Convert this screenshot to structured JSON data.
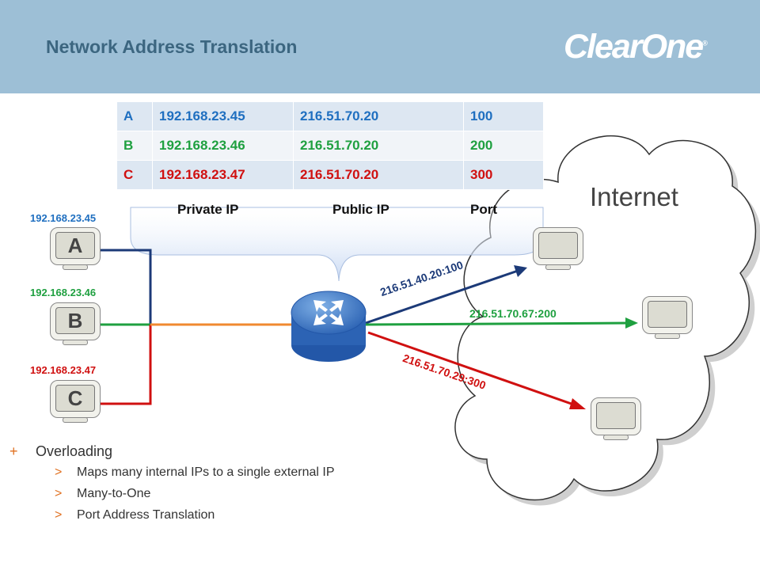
{
  "header": {
    "title": "Network Address Translation",
    "logo": "ClearOne",
    "logo_mark": "®"
  },
  "nat_table": {
    "columns": [
      "Private IP",
      "Public IP",
      "Port"
    ],
    "rows": [
      {
        "host": "A",
        "private_ip": "192.168.23.45",
        "public_ip": "216.51.70.20",
        "port": "100",
        "color": "#1f6fc0"
      },
      {
        "host": "B",
        "private_ip": "192.168.23.46",
        "public_ip": "216.51.70.20",
        "port": "200",
        "color": "#1fa040"
      },
      {
        "host": "C",
        "private_ip": "192.168.23.47",
        "public_ip": "216.51.70.20",
        "port": "300",
        "color": "#d01010"
      }
    ]
  },
  "hosts": [
    {
      "label": "A",
      "ip": "192.168.23.45",
      "color": "#1f6fc0"
    },
    {
      "label": "B",
      "ip": "192.168.23.46",
      "color": "#1fa040"
    },
    {
      "label": "C",
      "ip": "192.168.23.47",
      "color": "#d01010"
    }
  ],
  "internet": {
    "label": "Internet"
  },
  "flows": [
    {
      "label": "216.51.40.20:100",
      "color": "#1c3a78"
    },
    {
      "label": "216.51.70.67:200",
      "color": "#1fa040"
    },
    {
      "label": "216.51.70.29:300",
      "color": "#d01010"
    }
  ],
  "bullets": {
    "main": {
      "marker": "+",
      "text": "Overloading"
    },
    "subs": [
      {
        "marker": ">",
        "text": "Maps many internal IPs to a single external IP"
      },
      {
        "marker": ">",
        "text": "Many-to-One"
      },
      {
        "marker": ">",
        "text": "Port Address Translation"
      }
    ]
  }
}
